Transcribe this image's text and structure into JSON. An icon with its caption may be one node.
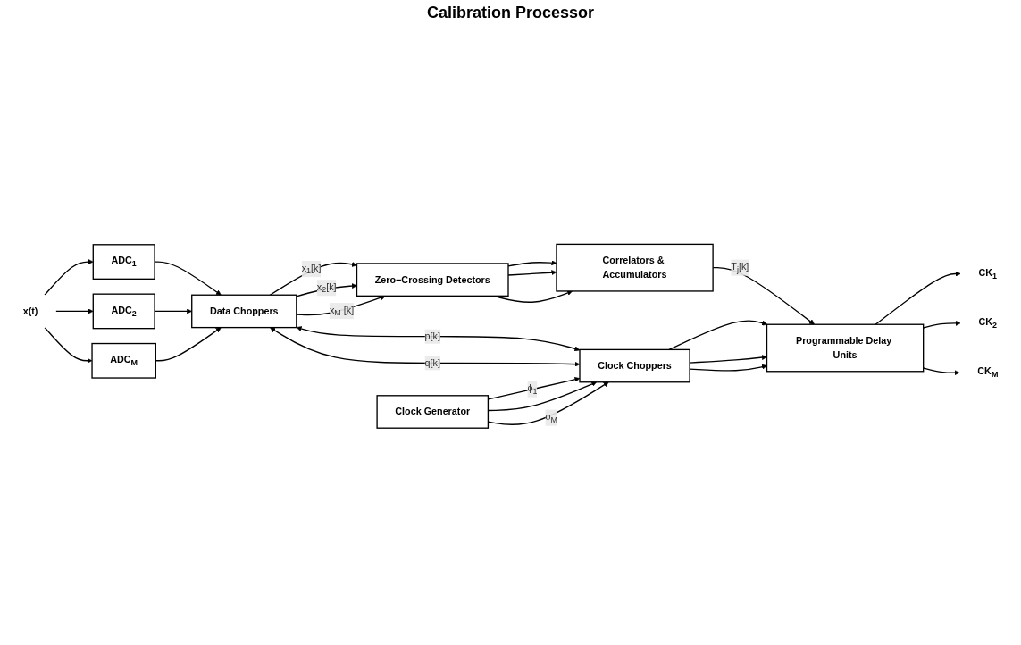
{
  "diagram": {
    "nodes": [
      {
        "text": [
          "x(t)"
        ]
      },
      {
        "text": [
          "ADC$_{1}$"
        ]
      },
      {
        "text": [
          "ADC$_{2}$"
        ]
      },
      {
        "text": [
          "ADC$_{M}$"
        ]
      },
      {
        "text": [
          "Data Choppers"
        ]
      },
      {
        "text": [
          "Zero−Crossing Detectors"
        ]
      },
      {
        "text": [
          "Correlators & Accumulators"
        ]
      },
      {
        "text": [
          "Clock Generator"
        ]
      },
      {
        "text": [
          "Clock Choppers"
        ]
      },
      {
        "text": [
          "Programmable Delay Units"
        ]
      },
      {
        "text": [
          "CK$_{1}$"
        ]
      },
      {
        "text": [
          "CK$_{2}$"
        ]
      },
      {
        "text": [
          "CK$_{M}$"
        ]
      }
    ],
    "edges": [
      {
        "from": 0,
        "to": 1,
        "arrow": "to"
      },
      {
        "from": 0,
        "to": 2,
        "arrow": "to"
      },
      {
        "from": 0,
        "to": 3,
        "arrow": "to"
      },
      {
        "from": 1,
        "to": 4,
        "arrow": "to"
      },
      {
        "from": 2,
        "to": 4,
        "arrow": "to"
      },
      {
        "from": 3,
        "to": 4,
        "arrow": "to"
      },
      {
        "from": 4,
        "to": 5,
        "arrow": "to",
        "label": "x$_{1}$[k]"
      },
      {
        "from": 4,
        "to": 5,
        "arrow": "to",
        "label": "x$_{2}$[k]"
      },
      {
        "from": 4,
        "to": 5,
        "arrow": "to",
        "label": "x$_{M}$ [k]"
      },
      {
        "from": 5,
        "to": 6,
        "arrow": "to"
      },
      {
        "from": 5,
        "to": 6,
        "arrow": "to"
      },
      {
        "from": 5,
        "to": 6,
        "arrow": "to"
      },
      {
        "from": 4,
        "to": 8,
        "arrow": "both",
        "label": "p[k]"
      },
      {
        "from": 4,
        "to": 8,
        "arrow": "both",
        "label": "q[k]"
      },
      {
        "from": 6,
        "to": 9,
        "arrow": "to",
        "label": "T$_{j}$[k]"
      },
      {
        "from": 7,
        "to": 8,
        "arrow": "to",
        "label": "ϕ$_{1}$"
      },
      {
        "from": 7,
        "to": 8,
        "arrow": "to"
      },
      {
        "from": 7,
        "to": 8,
        "arrow": "to",
        "label": "ϕ$_{M}$"
      },
      {
        "from": 8,
        "to": 9,
        "arrow": "to"
      },
      {
        "from": 8,
        "to": 9,
        "arrow": "to"
      },
      {
        "from": 8,
        "to": 9,
        "arrow": "to"
      },
      {
        "from": 9,
        "to": 10,
        "arrow": "to"
      },
      {
        "from": 9,
        "to": 11,
        "arrow": "to"
      },
      {
        "from": 9,
        "to": 12,
        "arrow": "to"
      }
    ],
    "labels": [
      "Calibration Processor"
    ]
  }
}
